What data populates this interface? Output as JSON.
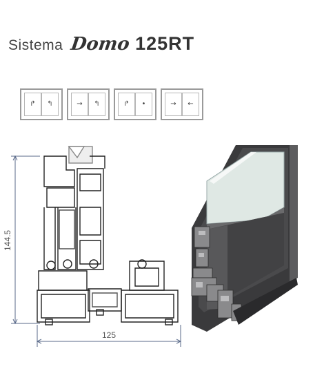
{
  "title": {
    "prefix": "Sistema",
    "series": "Domo",
    "model": "125RT"
  },
  "opening_icons": [
    {
      "name": "window-icon-1",
      "left_glyph": "↱",
      "right_glyph": "↰"
    },
    {
      "name": "window-icon-2",
      "left_glyph": "→",
      "right_glyph": "↰"
    },
    {
      "name": "window-icon-3",
      "left_glyph": "↱",
      "right_glyph": "•"
    },
    {
      "name": "window-icon-4",
      "left_glyph": "→",
      "right_glyph": "←"
    }
  ],
  "dimensions": {
    "height": "144.5",
    "width": "125"
  },
  "colors": {
    "profile_gray": "#7a7a7a",
    "profile_dark": "#2e2e2e",
    "dimension_line": "#5a6a8a",
    "glass": "#dfe8e4"
  }
}
